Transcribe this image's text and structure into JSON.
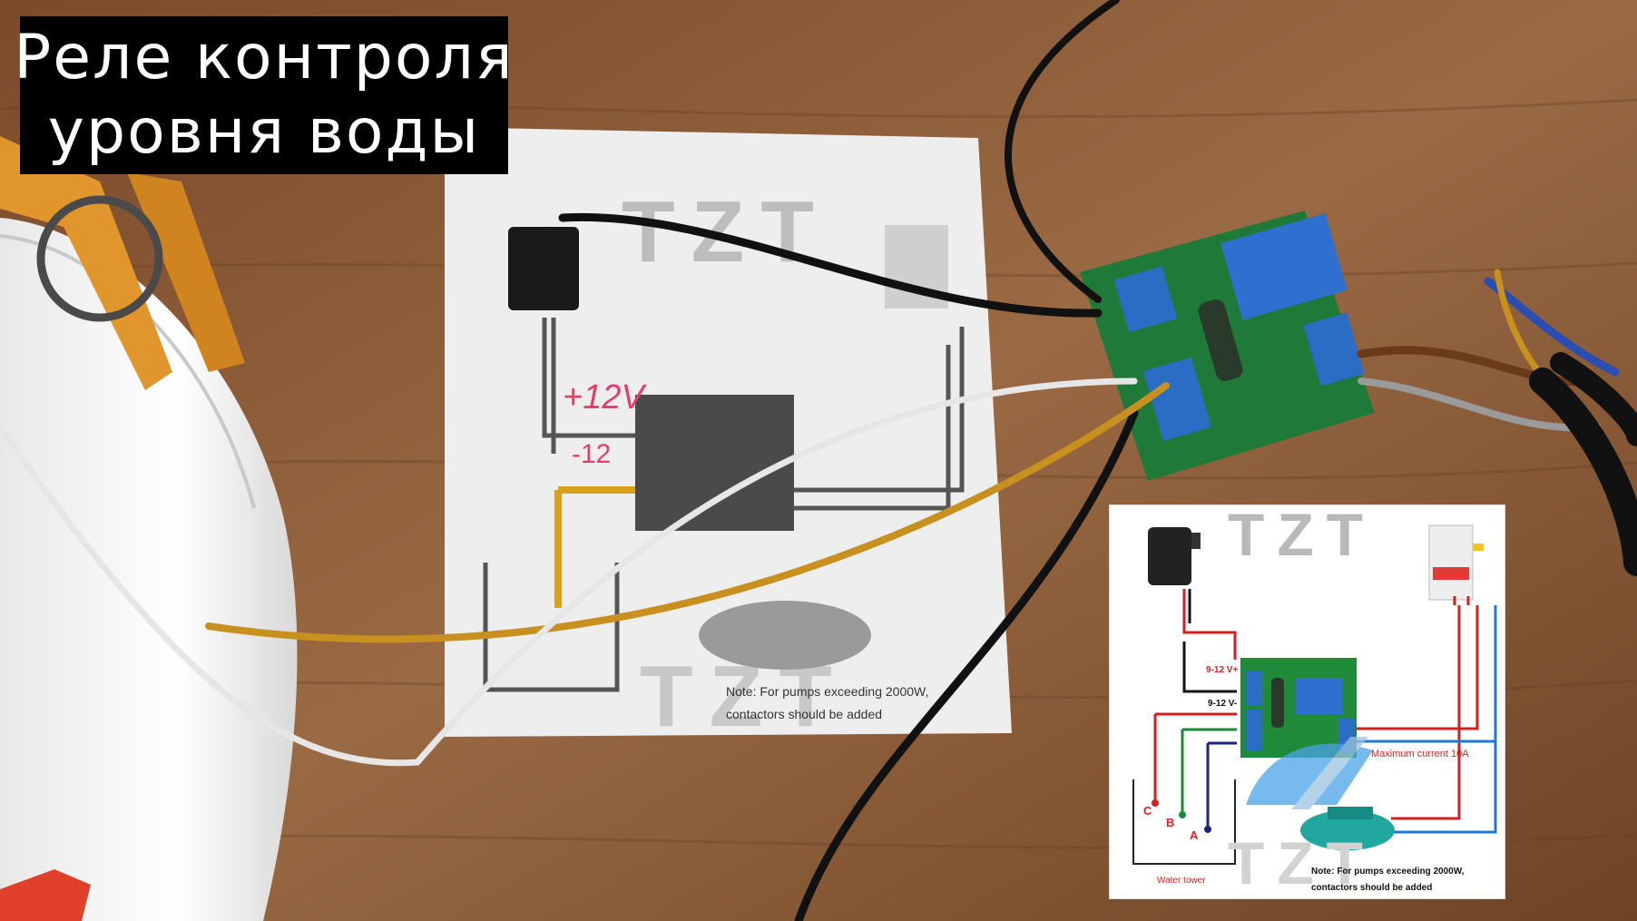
{
  "title": {
    "line1": "Реле контроля",
    "line2": "уровня воды"
  },
  "inset": {
    "brand": "TZT",
    "supply_plus": "9-12 V+",
    "supply_minus": "9-12 V-",
    "max_current": "Maximum current 10A",
    "probe_c": "C",
    "probe_b": "B",
    "probe_a": "A",
    "tower": "Water tower",
    "note_line1": "Note: For pumps exceeding 2000W,",
    "note_line2": "contactors should be added"
  },
  "colors": {
    "table": "#8a5a36",
    "board": "#1f7a3a",
    "relay": "#2f6fd0",
    "terminal": "#2b6dc4",
    "wire_red": "#d21f1f",
    "wire_blue": "#1e78d8",
    "wire_green": "#1a8a3a",
    "wire_navy": "#1a237e",
    "wire_gold": "#c8901e"
  }
}
